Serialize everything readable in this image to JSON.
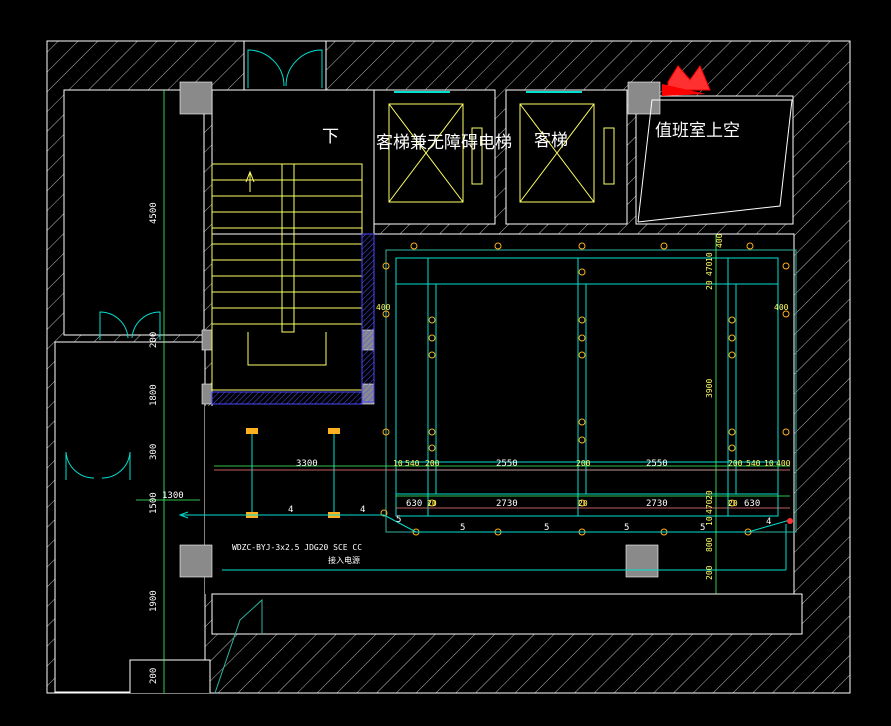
{
  "rooms": {
    "elevator_accessible": "客梯兼无障碍电梯",
    "elevator": "客梯",
    "duty_room": "值班室上空",
    "stair_down": "下"
  },
  "dims_vertical_left": [
    "4500",
    "200",
    "1800",
    "300",
    "1500",
    "1900",
    "200"
  ],
  "dims_left_horizontal": "1300",
  "dims_top_row": [
    "3300",
    "10",
    "540",
    "200",
    "2550",
    "200",
    "2550",
    "200",
    "540",
    "10",
    "400"
  ],
  "dims_bottom_row": [
    "630",
    "20",
    "2730",
    "20",
    "2730",
    "20",
    "630"
  ],
  "dims_side": [
    "400",
    "400"
  ],
  "dims_right_vertical": [
    "400",
    "10",
    "20",
    "470",
    "3900",
    "20",
    "470",
    "10",
    "800",
    "200"
  ],
  "wire_counts": [
    "4",
    "4",
    "5",
    "5",
    "5",
    "5",
    "5",
    "4"
  ],
  "cable_spec": "WDZC-BYJ-3x2.5 JDG20 SCE CC",
  "cable_note": "接入电源",
  "colors": {
    "background": "#000000",
    "wall": "#ffffff",
    "stair": "#ffff66",
    "ceiling": "#00e0d0",
    "grid": "#2fb5a0",
    "light_fixture": "#ffb020",
    "dimension": "#ff8080",
    "green_dim": "#40ff60",
    "alarm": "#ff0000"
  }
}
